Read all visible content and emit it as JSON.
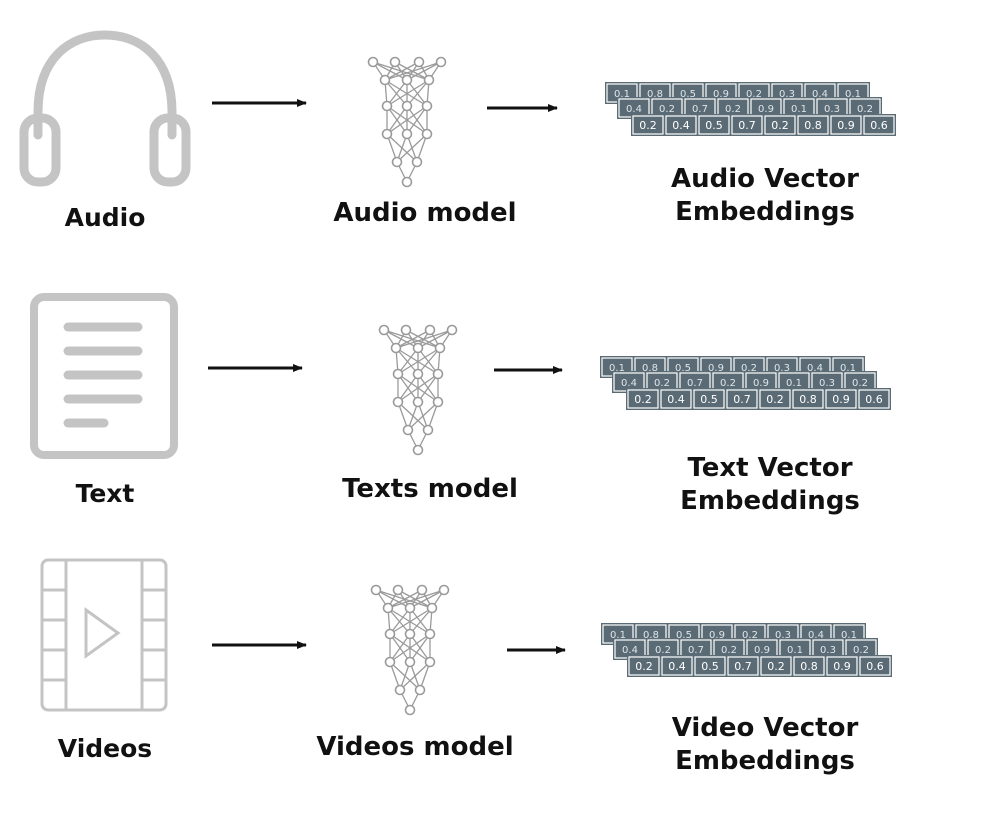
{
  "rows": [
    {
      "source_label": "Audio",
      "source_icon": "headphones-icon",
      "model_label": "Audio model",
      "embedding_label": [
        "Audio Vector",
        "Embeddings"
      ]
    },
    {
      "source_label": "Text",
      "source_icon": "document-icon",
      "model_label": "Texts model",
      "embedding_label": [
        "Text Vector",
        "Embeddings"
      ]
    },
    {
      "source_label": "Videos",
      "source_icon": "video-icon",
      "model_label": "Videos model",
      "embedding_label": [
        "Video Vector",
        "Embeddings"
      ]
    }
  ],
  "vector_values": {
    "back": [
      "0.1",
      "0.8",
      "0.5",
      "0.9",
      "0.2",
      "0.3",
      "0.4",
      "0.1"
    ],
    "middle": [
      "0.4",
      "0.2",
      "0.7",
      "0.2",
      "0.9",
      "0.1",
      "0.3",
      "0.2"
    ],
    "front": [
      "0.2",
      "0.4",
      "0.5",
      "0.7",
      "0.2",
      "0.8",
      "0.9",
      "0.6"
    ]
  },
  "colors": {
    "icon": "#c4c4c4",
    "network": "#9a9a9a",
    "cell_fill": "#5a6b75",
    "cell_border": "#ffffff",
    "arrow": "#111111"
  }
}
